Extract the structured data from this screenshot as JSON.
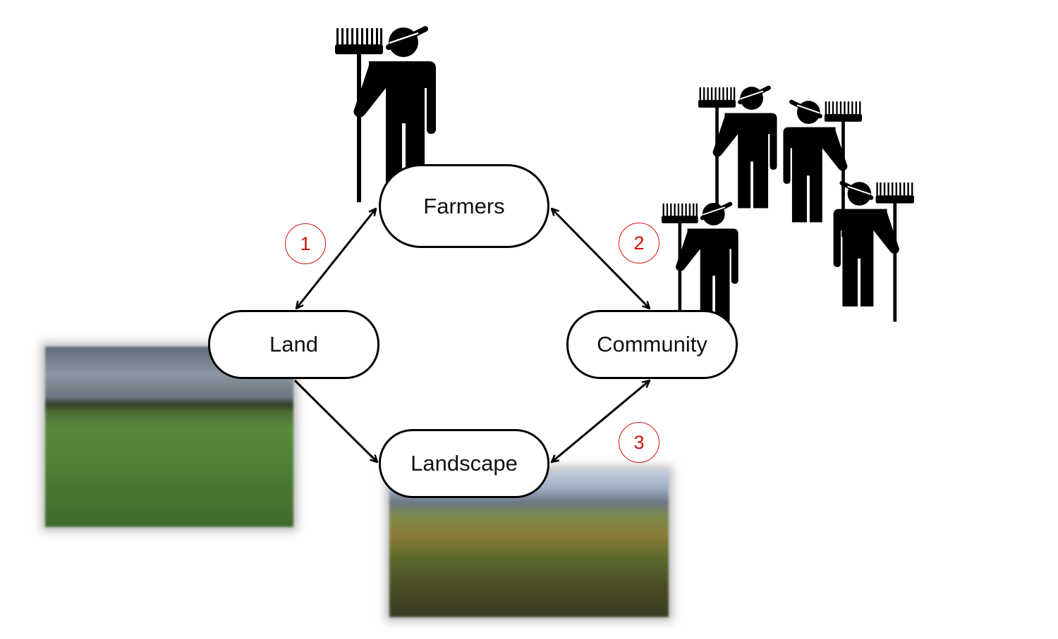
{
  "nodes": {
    "farmers": "Farmers",
    "land": "Land",
    "community": "Community",
    "landscape": "Landscape"
  },
  "links": [
    {
      "from": "Farmers",
      "to": "Land",
      "label": "1",
      "direction": "both"
    },
    {
      "from": "Farmers",
      "to": "Community",
      "label": "2",
      "direction": "both"
    },
    {
      "from": "Community",
      "to": "Landscape",
      "label": "3",
      "direction": "both"
    },
    {
      "from": "Land",
      "to": "Landscape",
      "label": "",
      "direction": "forward"
    }
  ],
  "colors": {
    "accent": "#d01010",
    "stroke": "#000000"
  },
  "icons": [
    "farmer-with-rake-icon",
    "farmers-group-icon"
  ]
}
